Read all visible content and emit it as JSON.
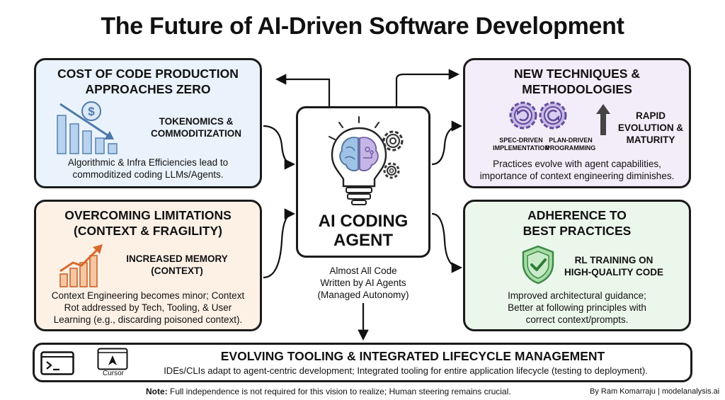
{
  "title": "The Future of AI-Driven Software Development",
  "center": {
    "title_line1": "AI CODING",
    "title_line2": "AGENT",
    "caption_line1": "Almost All Code",
    "caption_line2": "Written by AI Agents",
    "caption_line3": "(Managed Autonomy)"
  },
  "top_left": {
    "heading_line1": "COST OF CODE PRODUCTION",
    "heading_line2": "APPROACHES ZERO",
    "sub_line1": "TOKENOMICS &",
    "sub_line2": "COMMODITIZATION",
    "body_line1": "Algorithmic & Infra Efficiencies lead to",
    "body_line2": "commoditized coding LLMs/Agents."
  },
  "bottom_left": {
    "heading_line1": "OVERCOMING LIMITATIONS",
    "heading_line2": "(CONTEXT & FRAGILITY)",
    "sub_line1": "INCREASED MEMORY",
    "sub_line2": "(CONTEXT)",
    "body_line1": "Context Engineering becomes minor; Context",
    "body_line2": "Rot addressed by Tech, Tooling, & User",
    "body_line3": "Learning (e.g., discarding poisoned context)."
  },
  "top_right": {
    "heading_line1": "NEW TECHNIQUES &",
    "heading_line2": "METHODOLOGIES",
    "gear1_line1": "SPEC-DRIVEN",
    "gear1_line2": "IMPLEMENTATION",
    "gear2_line1": "PLAN-DRIVEN",
    "gear2_line2": "PROGRAMMING",
    "rapid_line1": "RAPID",
    "rapid_line2": "EVOLUTION &",
    "rapid_line3": "MATURITY",
    "body_line1": "Practices evolve with agent capabilities,",
    "body_line2": "importance of context engineering diminishes."
  },
  "bottom_right": {
    "heading_line1": "ADHERENCE TO",
    "heading_line2": "BEST PRACTICES",
    "sub_line1": "RL TRAINING ON",
    "sub_line2": "HIGH-QUALITY CODE",
    "body_line1": "Improved architectural guidance;",
    "body_line2": "Better at following principles with",
    "body_line3": "correct context/prompts."
  },
  "bottom_box": {
    "heading": "EVOLVING TOOLING & INTEGRATED LIFECYCLE MANAGEMENT",
    "body": "IDEs/CLIs adapt to agent-centric development; Integrated tooling for entire application lifecycle (testing to deployment).",
    "terminal_prompt": ">_",
    "cursor_label": "Cursor"
  },
  "footer": {
    "note_label": "Note:",
    "note_text": " Full independence is not required for this vision to realize; Human steering remains crucial.",
    "credit": "By Ram Komarraju | modelanalysis.ai"
  },
  "colors": {
    "tl_bg": "#eaf3fc",
    "bl_bg": "#fdf1e6",
    "tr_bg": "#f3ecf9",
    "br_bg": "#ecf7ec",
    "border": "#1b1b1b",
    "blue_accent": "#7aa6d6",
    "orange_accent": "#e8864a",
    "purple_accent": "#8c78c2",
    "green_accent": "#67b56e"
  },
  "icons": [
    "lightbulb-brain-icon",
    "gear-icon",
    "dollar-coin-icon",
    "falling-bars-icon",
    "rising-bars-icon",
    "gear-cycle-icon",
    "up-arrow-icon",
    "shield-check-icon",
    "terminal-icon",
    "cursor-app-icon"
  ]
}
